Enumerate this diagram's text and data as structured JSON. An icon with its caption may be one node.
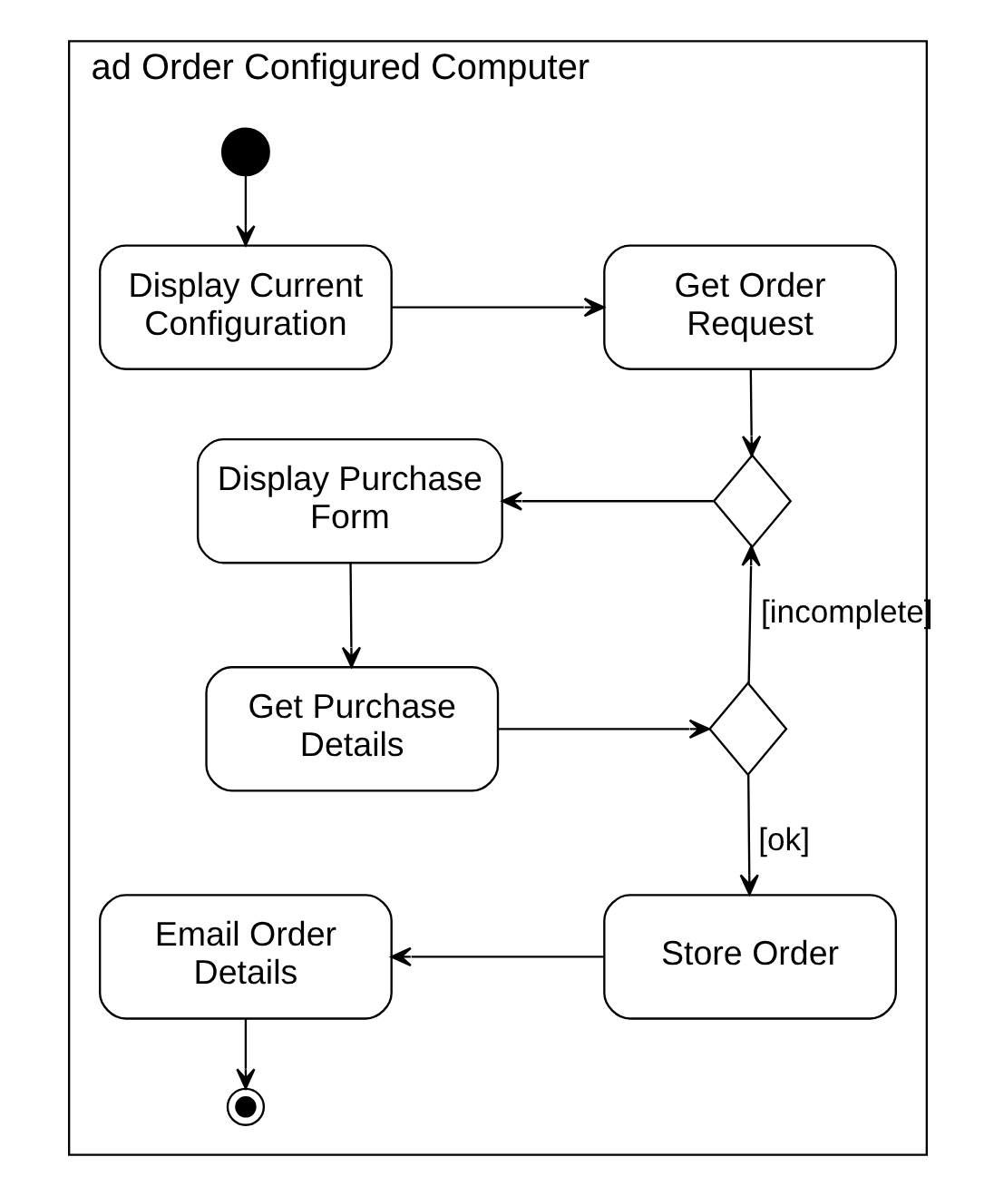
{
  "diagram": {
    "nodes": [
      {
        "text": [
          "ad Order Configured Computer"
        ]
      },
      {
        "text": [],
        "shape": "circle",
        "in": 0
      },
      {
        "text": [
          "Display Current Configuration"
        ],
        "in": 0
      },
      {
        "text": [
          "Get Order Request"
        ],
        "in": 0
      },
      {
        "text": [
          "Display Purchase Form"
        ],
        "in": 0
      },
      {
        "text": [],
        "shape": "diamond",
        "in": 0
      },
      {
        "text": [
          "Get Purchase Details"
        ],
        "in": 0
      },
      {
        "text": [],
        "shape": "diamond",
        "in": 0
      },
      {
        "text": [
          "Email Order Details"
        ],
        "in": 0
      },
      {
        "text": [
          "Store Order"
        ],
        "in": 0
      },
      {
        "text": [],
        "shape": "circle",
        "in": 0
      }
    ],
    "edges": [
      {
        "from": 1,
        "to": 2,
        "arrow": "to"
      },
      {
        "from": 2,
        "to": 3,
        "arrow": "to"
      },
      {
        "from": 3,
        "to": 5,
        "arrow": "to"
      },
      {
        "from": 5,
        "to": 4,
        "arrow": "to"
      },
      {
        "from": 4,
        "to": 6,
        "arrow": "to"
      },
      {
        "from": 6,
        "to": 7,
        "arrow": "to"
      },
      {
        "from": 7,
        "to": 5,
        "arrow": "to",
        "label": "[incomplete]"
      },
      {
        "from": 7,
        "to": 9,
        "arrow": "to",
        "label": "[ok]"
      },
      {
        "from": 9,
        "to": 8,
        "arrow": "to"
      },
      {
        "from": 8,
        "to": 10,
        "arrow": "to"
      }
    ]
  }
}
